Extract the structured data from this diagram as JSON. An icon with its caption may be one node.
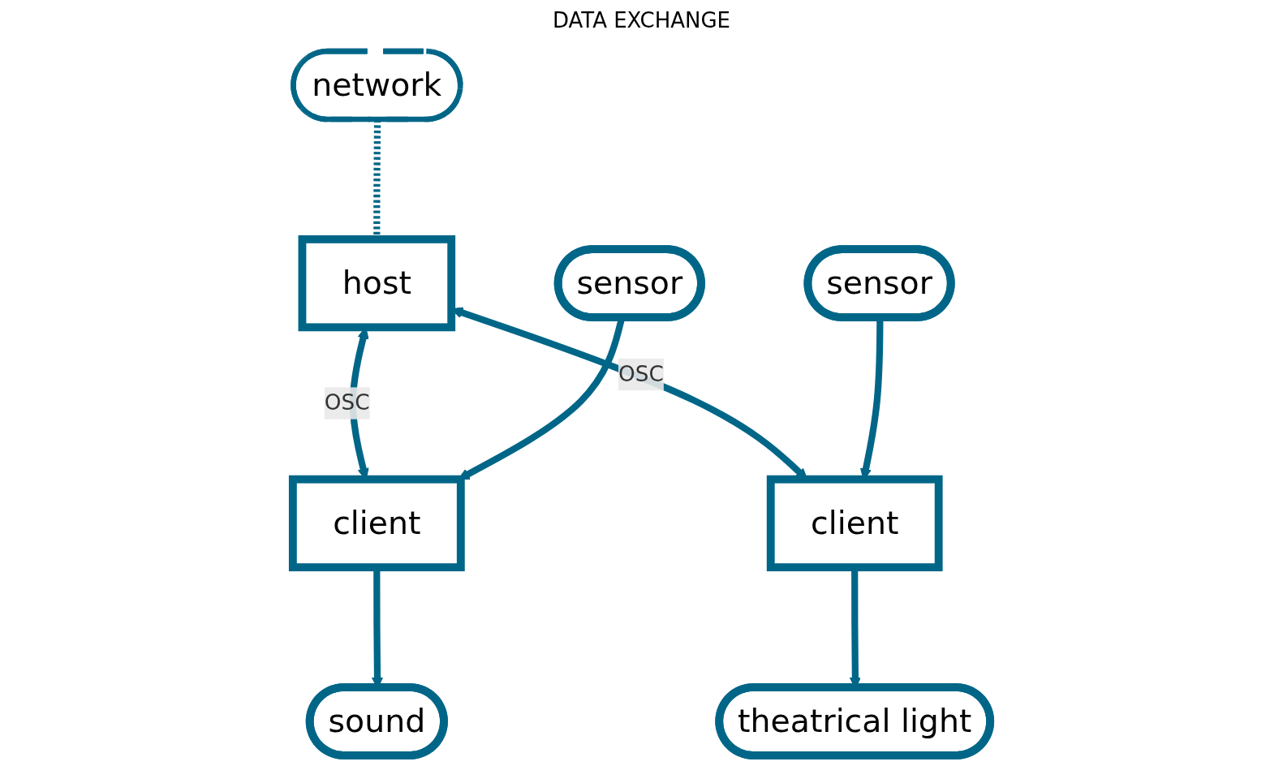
{
  "diagram": {
    "nodes": [
      {
        "text": [
          "network"
        ]
      },
      {
        "text": [
          "host"
        ]
      },
      {
        "text": [
          "client"
        ]
      },
      {
        "text": [
          "client"
        ]
      },
      {
        "text": [
          "sensor"
        ]
      },
      {
        "text": [
          "sound"
        ]
      },
      {
        "text": [
          "theatrical light"
        ]
      },
      {
        "text": [
          "sensor"
        ]
      }
    ],
    "edges": [
      {
        "from": 0,
        "to": 1,
        "arrow": "none",
        "style": "dashed"
      },
      {
        "from": 1,
        "to": 2,
        "arrow": "both",
        "label": "OSC"
      },
      {
        "from": 1,
        "to": 3,
        "arrow": "both",
        "label": "OSC"
      },
      {
        "from": 4,
        "to": 2,
        "arrow": "to"
      },
      {
        "from": 2,
        "to": 5,
        "arrow": "to"
      },
      {
        "from": 3,
        "to": 6,
        "arrow": "to"
      },
      {
        "from": 7,
        "to": 3,
        "arrow": "to"
      }
    ],
    "labels": [
      "DATA EXCHANGE"
    ]
  }
}
